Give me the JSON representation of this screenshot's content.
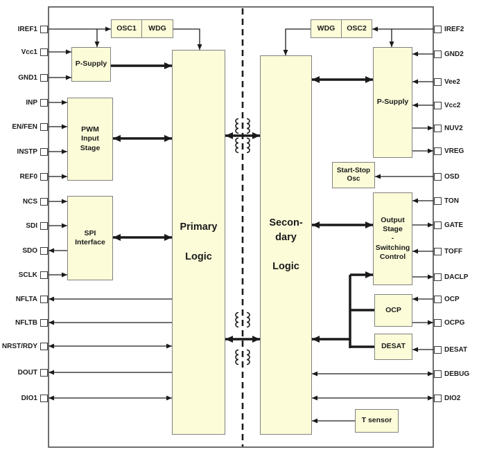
{
  "colors": {
    "block_fill": "#FCFCD9",
    "block_border": "#808080",
    "line": "#1A1A1A",
    "background": "#FFFFFF"
  },
  "blocks": {
    "osc1": "OSC1",
    "wdg_left": "WDG",
    "p_supply_left": "P-Supply",
    "pwm_input_stage": "PWM\nInput\nStage",
    "spi_interface": "SPI\nInterface",
    "primary_logic": "Primary\n\nLogic",
    "secondary_logic": "Secon-\ndary\n\nLogic",
    "wdg_right": "WDG",
    "osc2": "OSC2",
    "p_supply_right": "P-Supply",
    "start_stop_osc": "Start-Stop\nOsc",
    "output_stage": "Output\nStage\n-\nSwitching\nControl",
    "ocp": "OCP",
    "desat": "DESAT",
    "t_sensor": "T sensor"
  },
  "pins": {
    "left": [
      "IREF1",
      "Vcc1",
      "GND1",
      "INP",
      "EN/FEN",
      "INSTP",
      "REF0",
      "NCS",
      "SDI",
      "SDO",
      "SCLK",
      "NFLTA",
      "NFLTB",
      "NRST/RDY",
      "DOUT",
      "DIO1"
    ],
    "right": [
      "IREF2",
      "GND2",
      "Vee2",
      "Vcc2",
      "NUV2",
      "VREG",
      "OSD",
      "TON",
      "GATE",
      "TOFF",
      "DACLP",
      "OCP",
      "OCPG",
      "DESAT",
      "DEBUG",
      "DIO2"
    ]
  }
}
